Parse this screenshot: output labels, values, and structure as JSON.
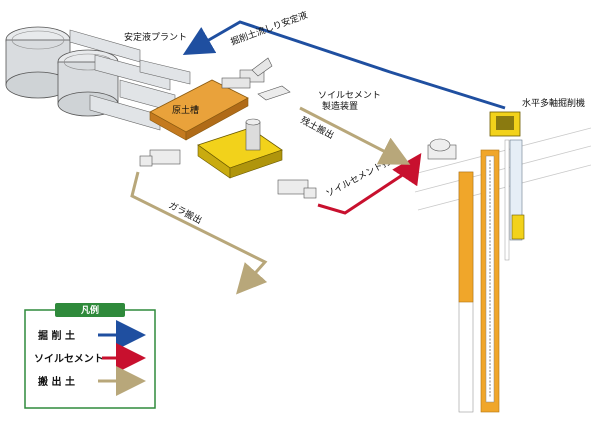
{
  "labels": {
    "plant": "安定液プラント",
    "soil_tank": "原土槽",
    "soilcement_device_1": "ソイルセメント",
    "soilcement_device_2": "製造装置",
    "horizontal_machine": "水平多軸掘削機",
    "flow_excavation": "掘削土流しり安定液",
    "flow_spoil": "残土搬出",
    "flow_debris": "ガラ搬出",
    "flow_soilcement": "ソイルセメント打設"
  },
  "legend": {
    "title": "凡例",
    "items": [
      {
        "label": "掘 削 土",
        "color": "#1f4fa0"
      },
      {
        "label": "ソイルセメント",
        "color": "#c8102e"
      },
      {
        "label": "搬 出 土",
        "color": "#b8a77a"
      }
    ]
  },
  "colors": {
    "excavation": "#1f4fa0",
    "soilcement": "#c8102e",
    "spoil": "#b8a77a",
    "machine_yellow": "#f2d21b",
    "column_orange": "#f0a62a",
    "tank_gray": "#d9dcdf"
  }
}
